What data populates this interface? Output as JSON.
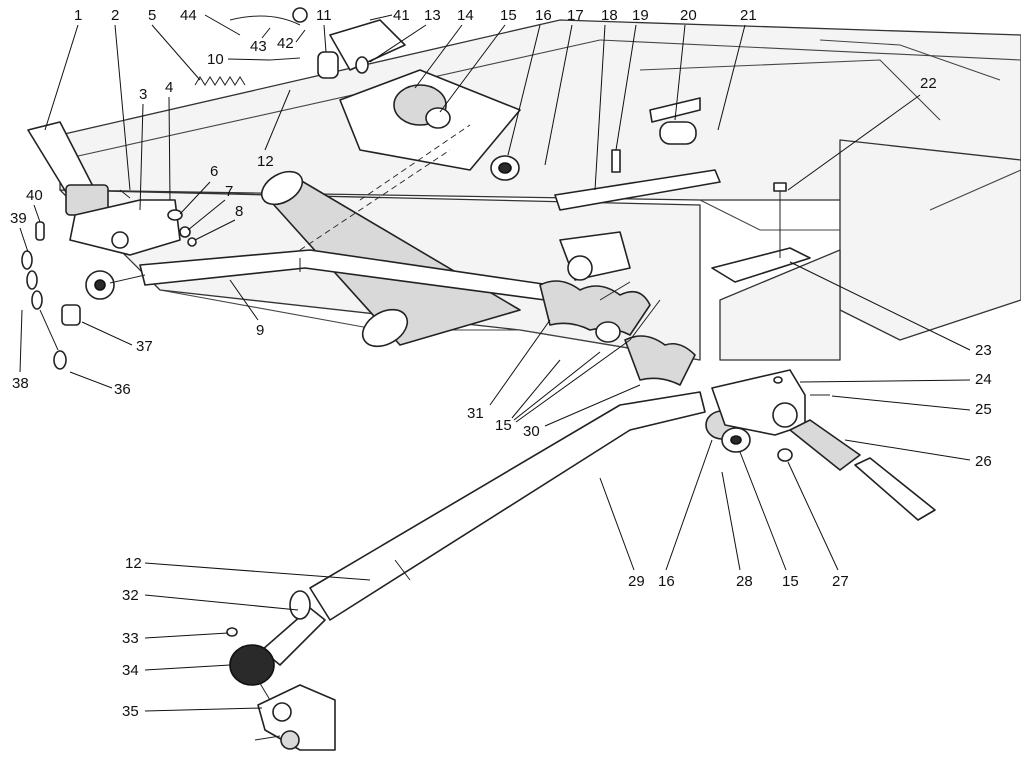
{
  "diagram": {
    "callouts": [
      "1",
      "2",
      "3",
      "4",
      "5",
      "6",
      "7",
      "8",
      "9",
      "10",
      "11",
      "12",
      "12",
      "13",
      "14",
      "15",
      "15",
      "15",
      "16",
      "16",
      "17",
      "18",
      "19",
      "20",
      "21",
      "22",
      "23",
      "24",
      "25",
      "26",
      "27",
      "28",
      "29",
      "30",
      "31",
      "32",
      "33",
      "34",
      "35",
      "36",
      "37",
      "38",
      "39",
      "40",
      "41",
      "42",
      "43",
      "44"
    ]
  }
}
